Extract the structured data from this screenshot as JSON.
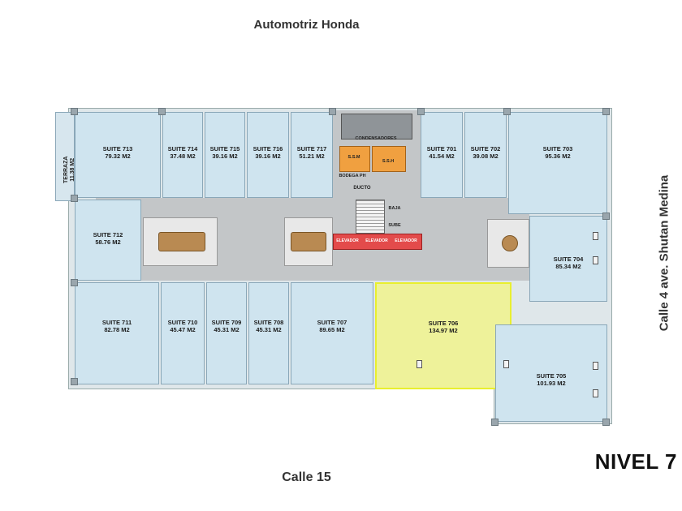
{
  "streets": {
    "top": "Automotriz Honda",
    "bottom": "Calle 15",
    "right": "Calle 4  ave. Shutan Medina"
  },
  "level_label": "NIVEL 7",
  "terraza": {
    "name": "TERRAZA",
    "area": "11.38 M2"
  },
  "suites": [
    {
      "name": "SUITE 713",
      "area": "79.32 M2"
    },
    {
      "name": "SUITE 714",
      "area": "37.48 M2"
    },
    {
      "name": "SUITE 715",
      "area": "39.16 M2"
    },
    {
      "name": "SUITE 716",
      "area": "39.16 M2"
    },
    {
      "name": "SUITE 717",
      "area": "51.21 M2"
    },
    {
      "name": "SUITE 701",
      "area": "41.54 M2"
    },
    {
      "name": "SUITE 702",
      "area": "39.08 M2"
    },
    {
      "name": "SUITE 703",
      "area": "95.36 M2"
    },
    {
      "name": "SUITE 712",
      "area": "58.76 M2"
    },
    {
      "name": "SUITE 704",
      "area": "85.34 M2"
    },
    {
      "name": "SUITE 711",
      "area": "82.78 M2"
    },
    {
      "name": "SUITE 710",
      "area": "45.47 M2"
    },
    {
      "name": "SUITE 709",
      "area": "45.31 M2"
    },
    {
      "name": "SUITE 708",
      "area": "45.31 M2"
    },
    {
      "name": "SUITE 707",
      "area": "89.65 M2"
    },
    {
      "name": "SUITE 706",
      "area": "134.97 M2"
    },
    {
      "name": "SUITE 705",
      "area": "101.93 M2"
    }
  ],
  "core": {
    "condensadores": "CONDENSADORES",
    "ssm": "S.S.M",
    "ssh": "S.S.H",
    "bodega": "BODEGA PH",
    "ducto": "DUCTO",
    "baja": "BAJA",
    "sube": "SUBE",
    "elevador1": "ELEVADOR",
    "elevador2": "ELEVADOR",
    "elevador3": "ELEVADOR"
  },
  "colors": {
    "suite_fill": "#cfe4ef",
    "selected_fill": "#eef29a",
    "selected_border": "#e9ef2e",
    "corridor": "#c3c6c8",
    "elevator": "#e34b4b",
    "restroom": "#f0a040"
  }
}
